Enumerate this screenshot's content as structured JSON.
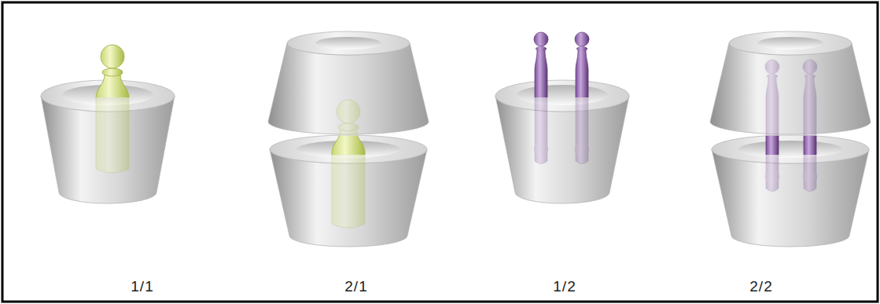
{
  "diagram": {
    "labels": [
      "1/1",
      "2/1",
      "1/2",
      "2/2"
    ]
  }
}
